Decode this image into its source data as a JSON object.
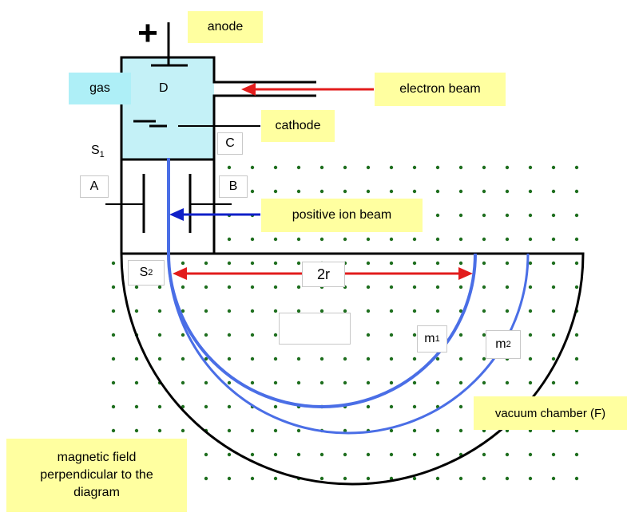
{
  "labels": {
    "anode": "anode",
    "gas": "gas",
    "chamber": "D",
    "electron_beam": "electron beam",
    "cathode": "cathode",
    "plate_c": "C",
    "slit_s1": "S",
    "slit_s1_sub": "1",
    "plate_a": "A",
    "plate_b": "B",
    "positive_ion_beam": "positive ion beam",
    "slit_s2": "S",
    "slit_s2_sub": "2",
    "radius": "2r",
    "blank_box": "",
    "mass_m1": "m",
    "mass_m1_sub": "1",
    "mass_m2": "m",
    "mass_m2_sub": "2",
    "vacuum_chamber": "vacuum chamber (F)",
    "magnetic_field": "magnetic field perpendicular to the diagram",
    "plus_sign": "+"
  },
  "colors": {
    "gas_fill": "#c4f1f7",
    "gas_label_bg": "#aeeff7",
    "note_bg": "#ffffa0",
    "red_arrow": "#e21c1c",
    "blue_arrow": "#1020c8",
    "ion_path": "#4a6ee6",
    "field_dot": "#1e6e1e",
    "outline": "#000000"
  }
}
